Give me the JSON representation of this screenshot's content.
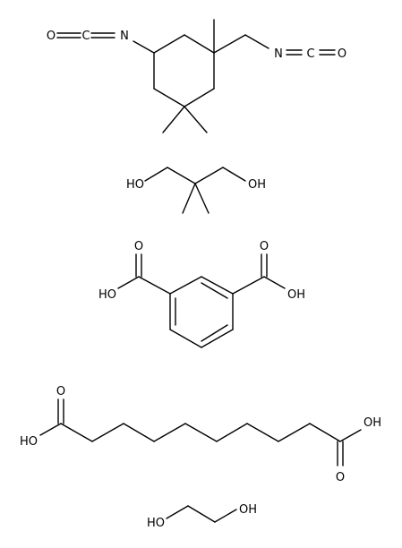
{
  "molecules": [
    {
      "labels": {
        "o1": "O",
        "c1": "C",
        "n1": "N",
        "n2": "N",
        "c2": "C",
        "o2": "O"
      }
    },
    {
      "labels": {
        "oh_left": "HO",
        "oh_right": "OH"
      }
    },
    {
      "labels": {
        "o_left_top": "O",
        "oh_left": "HO",
        "o_right_top": "O",
        "oh_right": "OH"
      }
    },
    {
      "labels": {
        "o_left_top": "O",
        "oh_left": "HO",
        "oh_right_top": "OH",
        "o_right_bottom": "O"
      }
    },
    {
      "labels": {
        "ho_left": "HO",
        "oh_right": "OH"
      }
    }
  ]
}
